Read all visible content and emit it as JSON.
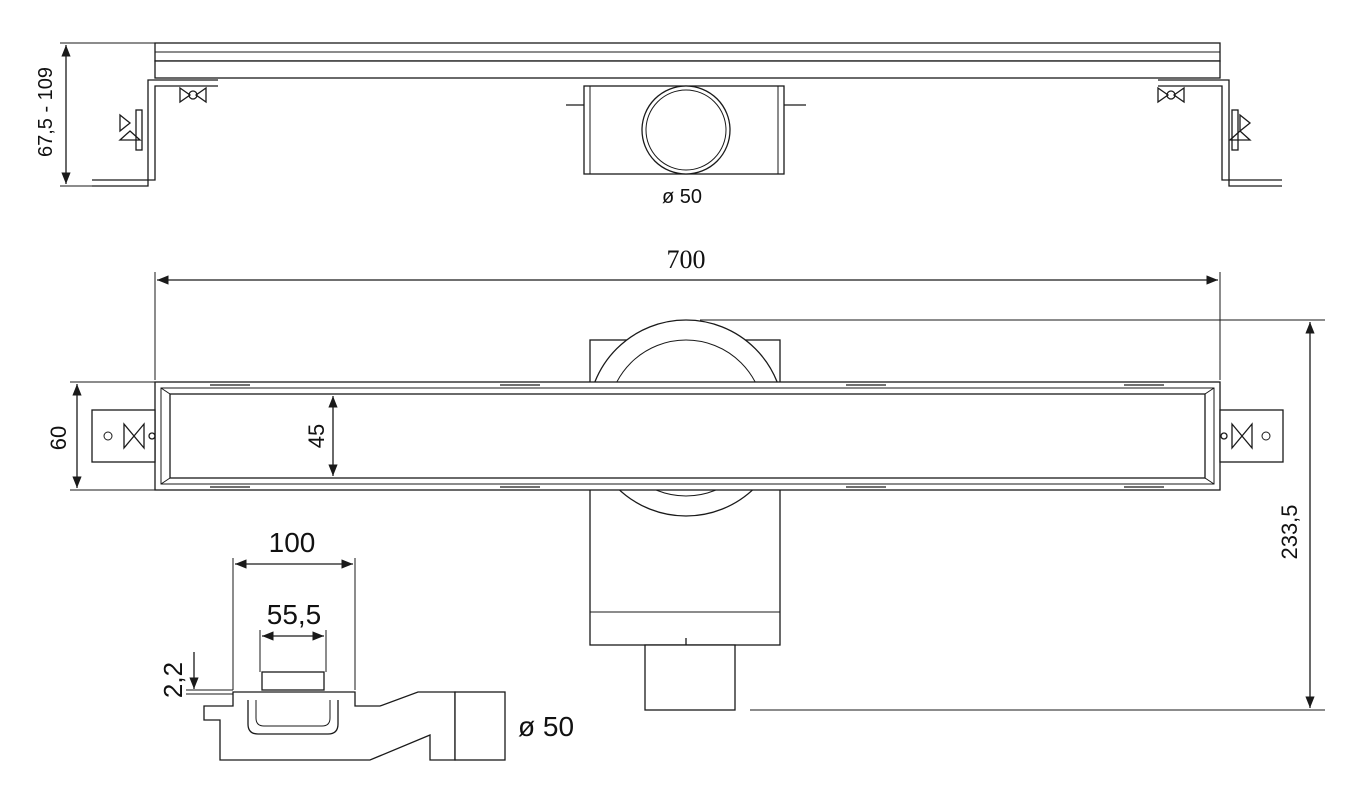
{
  "dimensions": {
    "height_range": "67,5 - 109",
    "outlet_top": "ø 50",
    "length": "700",
    "width": "60",
    "inner_width": "45",
    "overall_depth": "233,5",
    "section_width": "100",
    "section_inner": "55,5",
    "section_flange": "2,2",
    "outlet_side": "ø 50"
  }
}
